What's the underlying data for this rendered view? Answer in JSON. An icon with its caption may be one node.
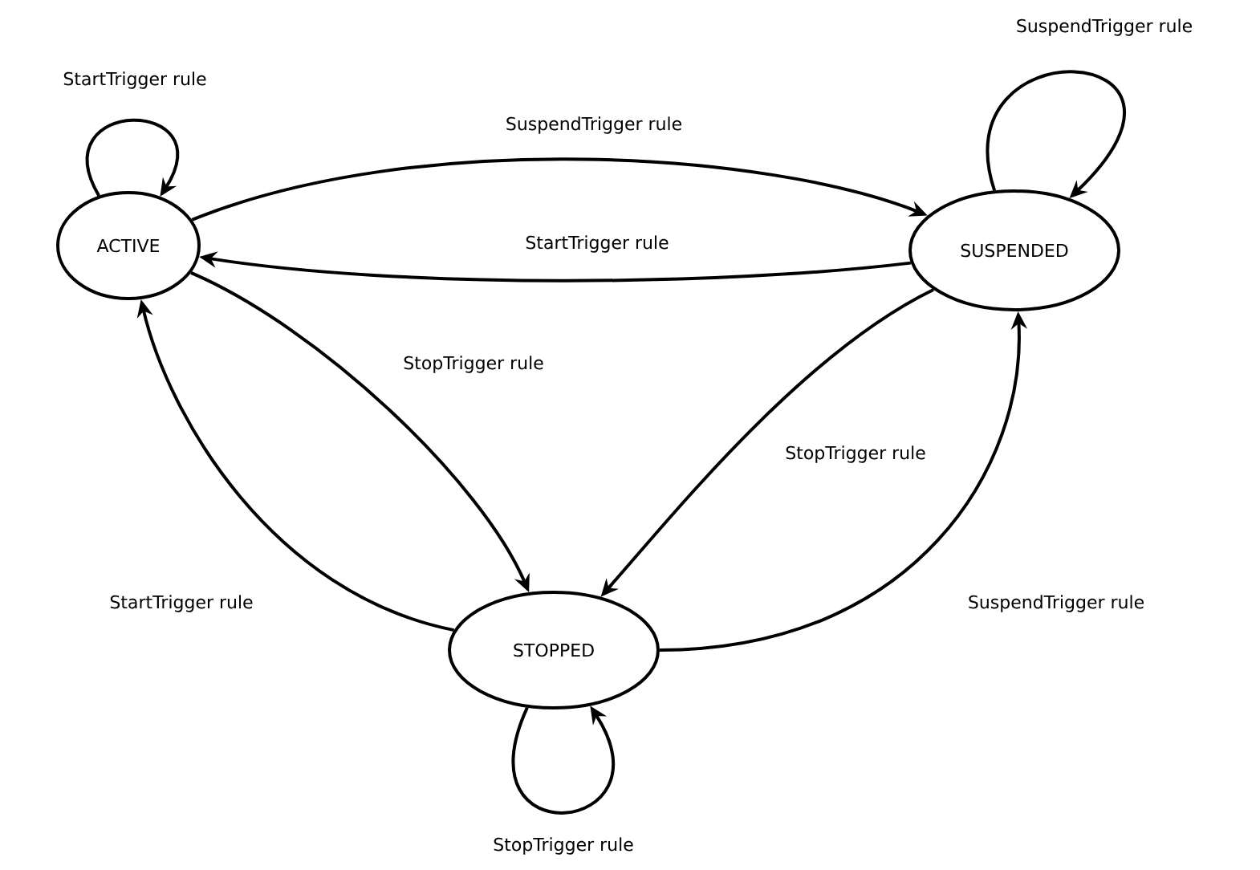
{
  "diagram": {
    "nodes": [
      {
        "text": [
          "ACTIVE"
        ]
      },
      {
        "text": [
          "SUSPENDED"
        ]
      },
      {
        "text": [
          "STOPPED"
        ]
      }
    ],
    "edges": [
      {
        "from": 0,
        "to": 0,
        "arrow": "to",
        "label": "StartTrigger rule"
      },
      {
        "from": 0,
        "to": 1,
        "arrow": "to",
        "label": "SuspendTrigger rule"
      },
      {
        "from": 1,
        "to": 0,
        "arrow": "to",
        "label": "StartTrigger rule"
      },
      {
        "from": 0,
        "to": 2,
        "arrow": "to",
        "label": "StopTrigger rule"
      },
      {
        "from": 1,
        "to": 2,
        "arrow": "to",
        "label": "StopTrigger rule"
      },
      {
        "from": 2,
        "to": 0,
        "arrow": "to",
        "label": "StartTrigger rule"
      },
      {
        "from": 2,
        "to": 1,
        "arrow": "to",
        "label": "SuspendTrigger rule"
      },
      {
        "from": 1,
        "to": 1,
        "arrow": "to",
        "label": "SuspendTrigger rule"
      },
      {
        "from": 2,
        "to": 2,
        "arrow": "to",
        "label": "StopTrigger rule"
      }
    ]
  }
}
